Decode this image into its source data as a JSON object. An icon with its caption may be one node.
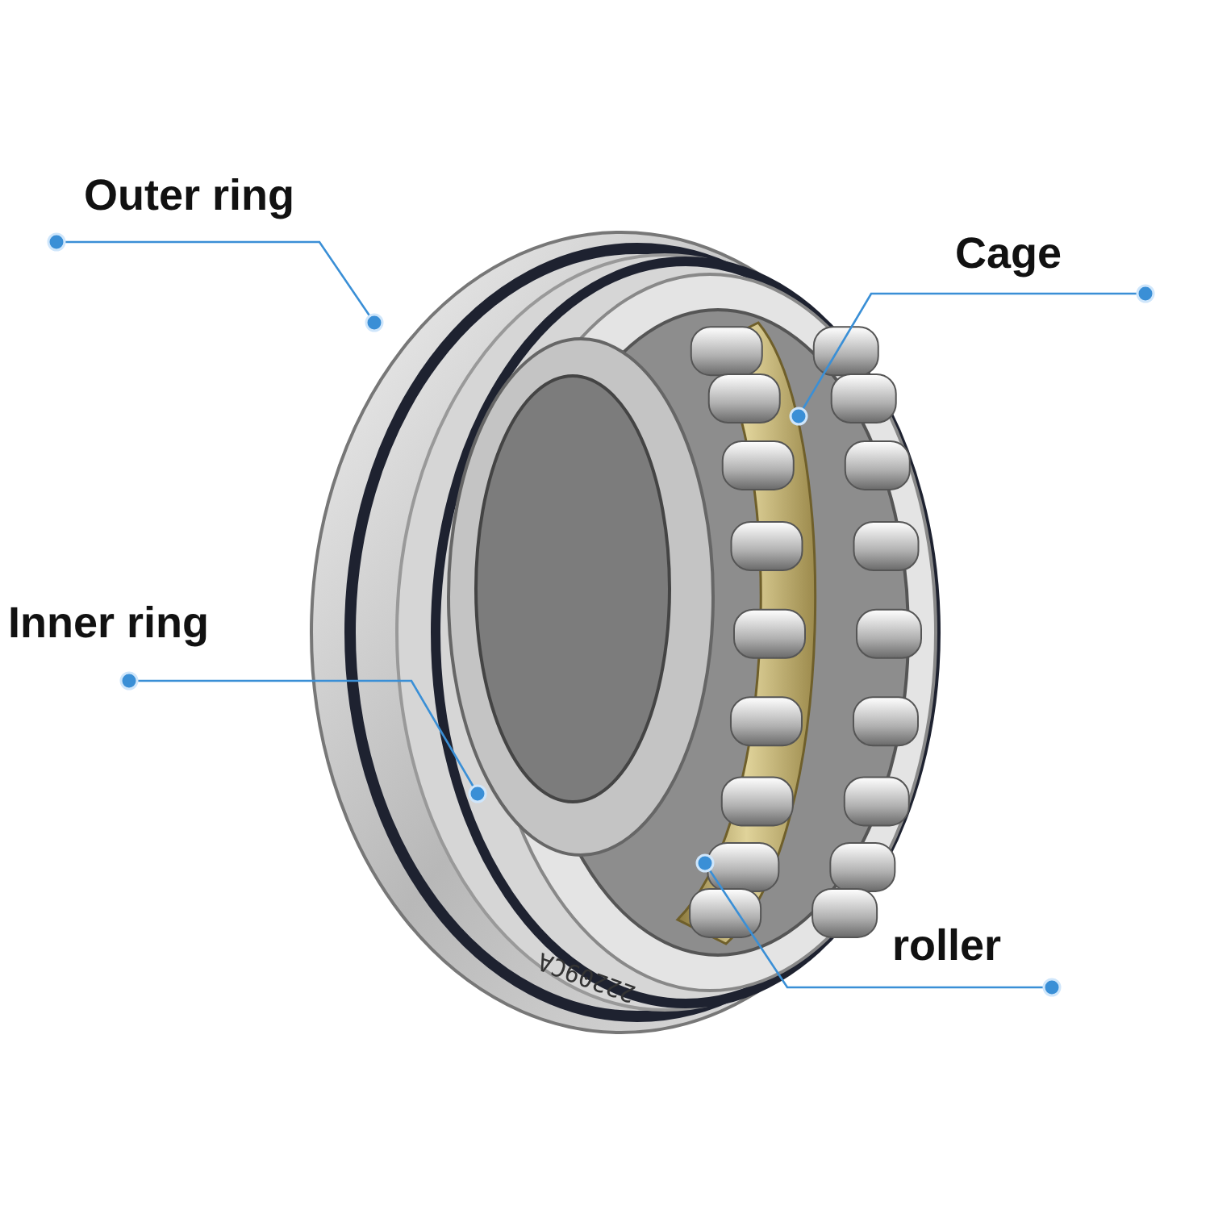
{
  "diagram": {
    "nodes": [
      {
        "text": [
          "Outer ring"
        ]
      },
      {
        "text": [
          "Cage"
        ]
      },
      {
        "text": [
          "Inner ring"
        ]
      },
      {
        "text": [
          "roller"
        ]
      }
    ],
    "edges": [
      {
        "from": 0,
        "to": null,
        "arrow": "other"
      },
      {
        "from": 1,
        "to": null,
        "arrow": "other"
      },
      {
        "from": 2,
        "to": null,
        "arrow": "other"
      },
      {
        "from": 3,
        "to": null,
        "arrow": "other"
      }
    ],
    "labels": [
      "22209CA"
    ]
  }
}
